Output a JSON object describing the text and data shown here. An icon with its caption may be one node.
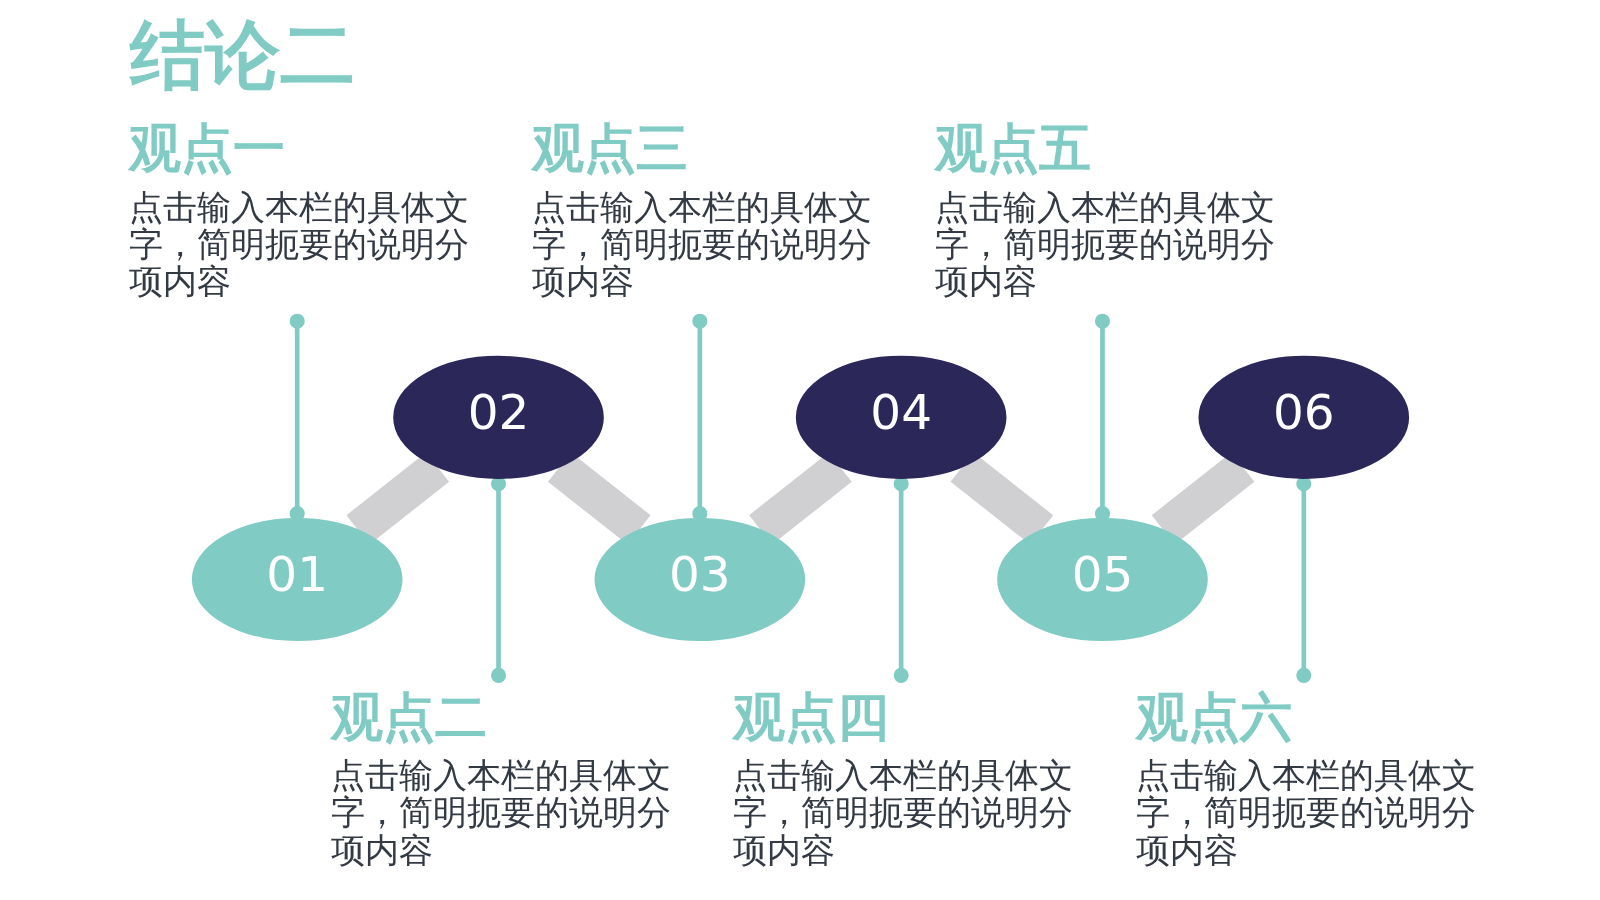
{
  "diagram": {
    "title": "结论二",
    "nodes": [
      {
        "text": [
          "01"
        ]
      },
      {
        "text": [
          "02"
        ]
      },
      {
        "text": [
          "03"
        ]
      },
      {
        "text": [
          "04"
        ]
      },
      {
        "text": [
          "05"
        ]
      },
      {
        "text": [
          "06"
        ]
      },
      {
        "text": [
          "观点一",
          "点击输入本栏的具体文字，简明扼要的说明分项内容"
        ]
      },
      {
        "text": [
          "观点二",
          "点击输入本栏的具体文字，简明扼要的说明分项内容"
        ]
      },
      {
        "text": [
          "观点三",
          "点击输入本栏的具体文字，简明扼要的说明分项内容"
        ]
      },
      {
        "text": [
          "观点四",
          "点击输入本栏的具体文字，简明扼要的说明分项内容"
        ]
      },
      {
        "text": [
          "观点五",
          "点击输入本栏的具体文字，简明扼要的说明分项内容"
        ]
      },
      {
        "text": [
          "观点六",
          "点击输入本栏的具体文字，简明扼要的说明分项内容"
        ]
      }
    ],
    "edges": [
      {
        "from": 0,
        "to": 1,
        "arrow": "none",
        "style": "thick",
        "color": "#d0d0d2"
      },
      {
        "from": 1,
        "to": 2,
        "arrow": "none",
        "style": "thick",
        "color": "#d0d0d2"
      },
      {
        "from": 2,
        "to": 3,
        "arrow": "none",
        "style": "thick",
        "color": "#d0d0d2"
      },
      {
        "from": 3,
        "to": 4,
        "arrow": "none",
        "style": "thick",
        "color": "#d0d0d2"
      },
      {
        "from": 4,
        "to": 5,
        "arrow": "none",
        "style": "thick",
        "color": "#d0d0d2"
      },
      {
        "from": 6,
        "to": 0,
        "arrow": "other"
      },
      {
        "from": 7,
        "to": 1,
        "arrow": "other"
      },
      {
        "from": 8,
        "to": 2,
        "arrow": "other"
      },
      {
        "from": 9,
        "to": 3,
        "arrow": "other"
      },
      {
        "from": 10,
        "to": 4,
        "arrow": "other"
      },
      {
        "from": 11,
        "to": 5,
        "arrow": "other"
      }
    ]
  }
}
